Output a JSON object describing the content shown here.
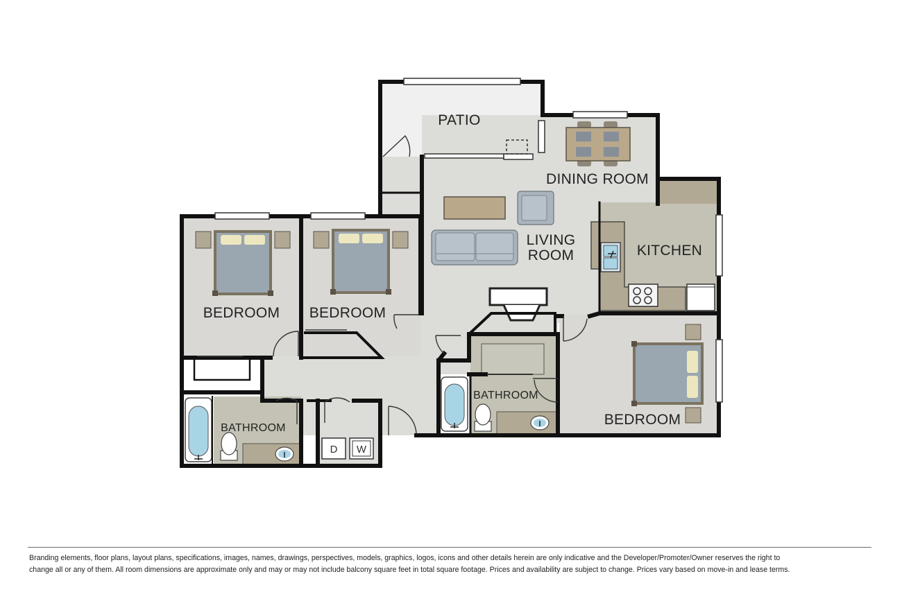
{
  "rooms": {
    "patio": "PATIO",
    "dining_room": "DINING ROOM",
    "living_room_line1": "LIVING",
    "living_room_line2": "ROOM",
    "kitchen": "KITCHEN",
    "bedroom_1": "BEDROOM",
    "bedroom_2": "BEDROOM",
    "bedroom_3": "BEDROOM",
    "bathroom_1": "BATHROOM",
    "bathroom_2": "BATHROOM"
  },
  "appliances": {
    "dryer": "D",
    "washer": "W"
  },
  "colors": {
    "wall": "#111111",
    "floor": "#dcdcd8",
    "bedroom_floor": "#d9d8d4",
    "patio_floor": "#f0f0f0",
    "kitchen_floor": "#c3c2b4",
    "counter": "#b2a995",
    "bed": "#9aa6b0",
    "sofa": "#a9b4bd"
  },
  "disclaimer": {
    "line1": "Branding elements, floor plans, layout plans, specifications, images, names, drawings, perspectives, models, graphics, logos, icons and other details herein are only indicative and the Developer/Promoter/Owner reserves the right to",
    "line2": "change all or any of them. All room dimensions are approximate only and may or may not include balcony square feet in total square footage. Prices and availability are subject to change. Prices vary based on move-in and lease terms."
  }
}
